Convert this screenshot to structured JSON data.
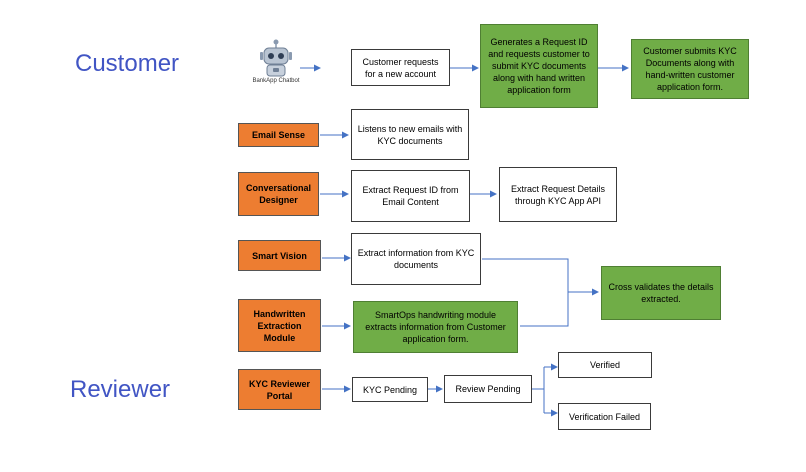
{
  "lanes": {
    "customer": "Customer",
    "reviewer": "Reviewer"
  },
  "chatbot": {
    "label": "BankApp Chatbot",
    "icon": "robot-icon"
  },
  "nodes": {
    "customer_request": "Customer requests for a new account",
    "generate_request": "Generates a Request ID and requests customer to submit KYC documents along with hand written application form",
    "customer_submits": "Customer submits KYC Documents along with hand-written customer application form.",
    "email_sense": "Email Sense",
    "listens_emails": "Listens to new emails with KYC documents",
    "conversational_designer": "Conversational Designer",
    "extract_request_id": "Extract Request ID from Email Content",
    "extract_request_details": "Extract Request Details through KYC App API",
    "smart_vision": "Smart Vision",
    "extract_info_kyc": "Extract information from KYC documents",
    "handwritten_module": "Handwritten Extraction Module",
    "smartops_module": "SmartOps handwriting module extracts information from Customer application form.",
    "cross_validates": "Cross validates the details extracted.",
    "kyc_reviewer_portal": "KYC Reviewer Portal",
    "kyc_pending": "KYC Pending",
    "review_pending": "Review Pending",
    "verified": "Verified",
    "verification_failed": "Verification Failed"
  },
  "colors": {
    "lane_text": "#4155c4",
    "green": "#70ad47",
    "orange": "#ed7d31",
    "arrow": "#4472c4"
  }
}
